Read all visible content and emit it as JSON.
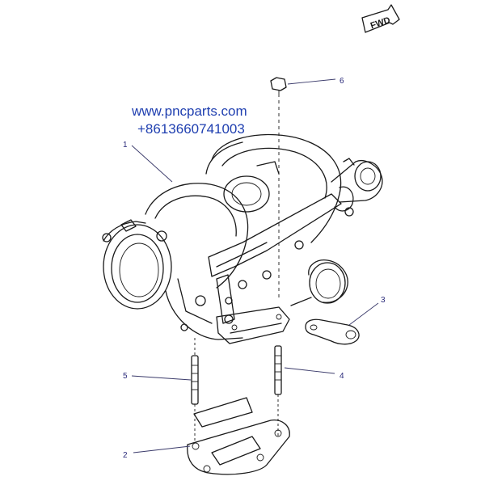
{
  "watermark": {
    "line1": "www.pncparts.com",
    "line2": "+8613660741003"
  },
  "direction_label": "FWD",
  "callouts": [
    {
      "id": "1",
      "part": "turbocharger"
    },
    {
      "id": "2",
      "part": "gasket"
    },
    {
      "id": "3",
      "part": "gasket"
    },
    {
      "id": "4",
      "part": "stud"
    },
    {
      "id": "5",
      "part": "stud"
    },
    {
      "id": "6",
      "part": "nut"
    }
  ]
}
